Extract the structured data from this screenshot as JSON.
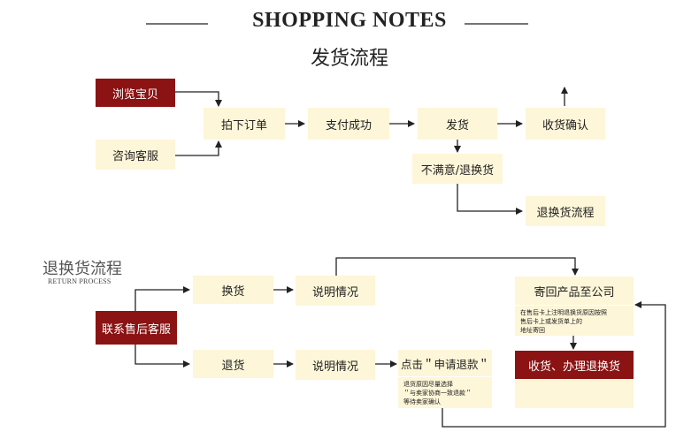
{
  "header": {
    "title": "SHOPPING NOTES",
    "subtitle": "发货流程"
  },
  "shipping_flow": {
    "browse": "浏览宝贝",
    "consult": "咨询客服",
    "order": "拍下订单",
    "paid": "支付成功",
    "ship": "发货",
    "confirm": "收货确认",
    "unsatisfied": "不满意/退换货",
    "return_flow": "退换货流程"
  },
  "return_section": {
    "title": "退换货流程",
    "subtitle": "RETURN PROCESS",
    "contact": "联系售后客服",
    "exchange": "换货",
    "refund": "退货",
    "explain1": "说明情况",
    "explain2": "说明情况",
    "click_refund": "点击＂申请退款＂",
    "send_back": "寄回产品至公司",
    "send_note_1": "在售后卡上注明退换货原因按照",
    "send_note_2": "售后卡上或发货单上的",
    "send_note_3": "地址寄回",
    "receive": "收货、办理退换货",
    "refund_note_1": "退货原因尽量选择",
    "refund_note_2": "＂与卖家协商一致退款＂",
    "refund_note_3": "等待卖家确认"
  },
  "colors": {
    "cream": "#fdf6d8",
    "dark_red": "#8b1313",
    "line": "#222222"
  }
}
